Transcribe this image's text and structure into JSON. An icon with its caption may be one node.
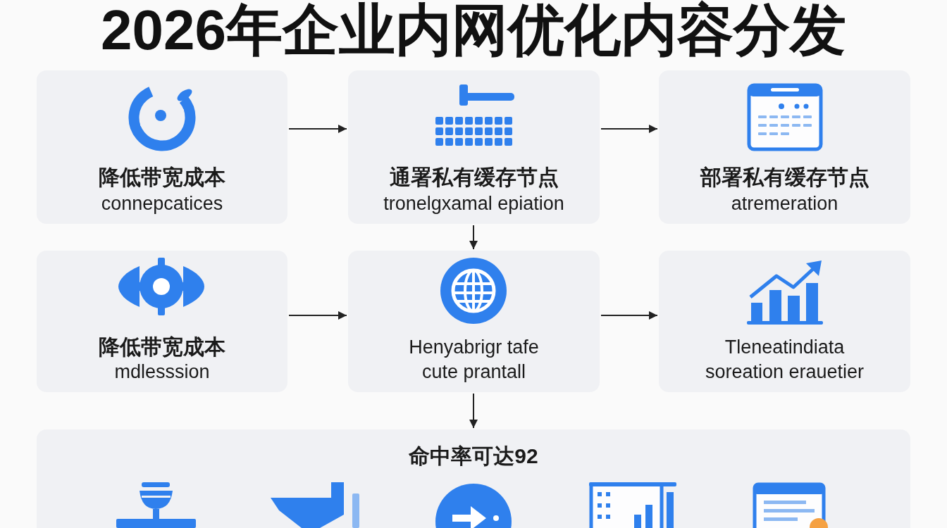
{
  "diagram": {
    "title": "2026年企业内网优化内容分发",
    "nodes": [
      {
        "text": [
          "降低带宽成本",
          "connepcatices"
        ]
      },
      {
        "text": [
          "通署私有缓存节点",
          "tronelgxamal epiation"
        ]
      },
      {
        "text": [
          "部署私有缓存节点",
          "atremeration"
        ]
      },
      {
        "text": [
          "降低带宽成本",
          "mdlesssion"
        ]
      },
      {
        "text": [
          "Henyabrigr tafe cute prantall"
        ]
      },
      {
        "text": [
          "Tleneatindiata soreation erauetier"
        ]
      },
      {
        "text": [
          "命中率可达92"
        ]
      }
    ],
    "edges": [
      {
        "from": 0,
        "to": 1,
        "arrow": "to"
      },
      {
        "from": 1,
        "to": 2,
        "arrow": "to"
      },
      {
        "from": 1,
        "to": 4,
        "arrow": "to"
      },
      {
        "from": 3,
        "to": 4,
        "arrow": "to"
      },
      {
        "from": 4,
        "to": 5,
        "arrow": "to"
      },
      {
        "from": 4,
        "to": 6,
        "arrow": "to"
      }
    ]
  }
}
